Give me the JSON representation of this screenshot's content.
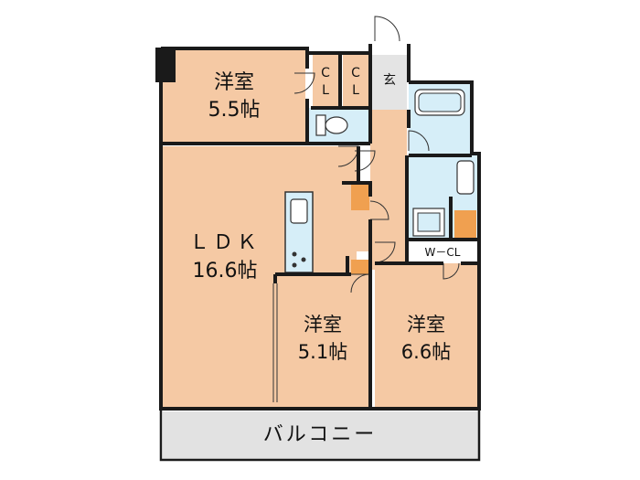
{
  "rooms": {
    "western_room_a": {
      "name": "洋室",
      "size": "5.5帖"
    },
    "ldk": {
      "name": "ＬＤＫ",
      "size": "16.6帖"
    },
    "western_room_b": {
      "name": "洋室",
      "size": "5.1帖"
    },
    "western_room_c": {
      "name": "洋室",
      "size": "6.6帖"
    }
  },
  "closet_1": {
    "line1": "C",
    "line2": "L"
  },
  "closet_2": {
    "line1": "C",
    "line2": "L"
  },
  "entrance": "玄",
  "walk_in_closet": "W－CL",
  "balcony": "バルコニー",
  "colors": {
    "floor": "#f5c9a4",
    "wet_area": "#d6eef8",
    "balcony": "#e2e2e2",
    "wall": "#1a1a1a",
    "closet_accent": "#f0a050"
  }
}
